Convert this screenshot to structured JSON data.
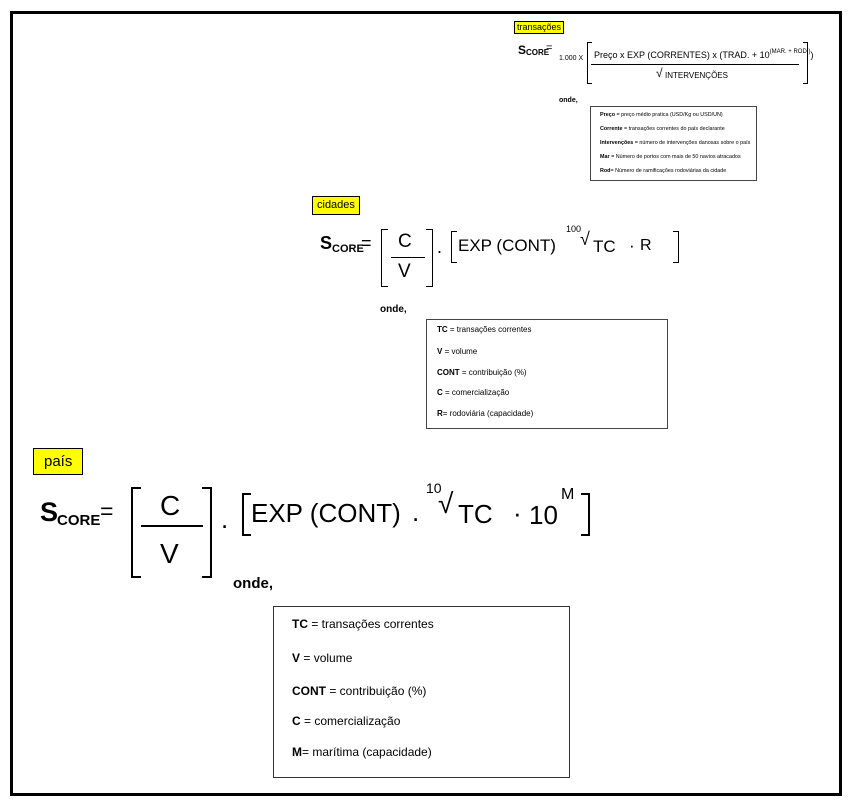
{
  "transacoes": {
    "tag": "transações",
    "s": "S",
    "sub": "CORE",
    "eq": "=",
    "factor": "1.000 X",
    "numerator": "Preço x EXP (CORRENTES) x (TRAD. + 10",
    "exp": "(MAR. + ROD.)",
    "numerator_close": ")",
    "root_sign": "√",
    "denominator": "INTERVENÇÕES",
    "onde": "onde,",
    "legend": [
      {
        "key": "Preço",
        "text": " = preço médio pratica (USD/Kg ou USD/UN)"
      },
      {
        "key": "Corrente",
        "text": " = transações correntes do país declarante"
      },
      {
        "key": "Intervenções",
        "text": " = número de intervenções danosas sobre o país"
      },
      {
        "key": "Mar",
        "text": " = Número de portos com mais de 50 navios atracados"
      },
      {
        "key": "Rod",
        "text": "= Número de ramificações rodoviárias da cidade"
      }
    ]
  },
  "cidades": {
    "tag": "cidades",
    "s": "S",
    "sub": "CORE",
    "eq": "=",
    "c": "C",
    "v": "V",
    "dot": ".",
    "exp": "EXP (CONT)",
    "dot2": ".",
    "root_index": "100",
    "root_sign": "√",
    "tc": "TC",
    "dot3": "·",
    "r": "R",
    "onde": "onde,",
    "legend": [
      {
        "key": "TC",
        "text": " = transações correntes"
      },
      {
        "key": "V",
        "text": " = volume"
      },
      {
        "key": "CONT",
        "text": " = contribuição (%)"
      },
      {
        "key": "C",
        "text": " = comercialização"
      },
      {
        "key": "R",
        "text": "= rodoviária (capacidade)"
      }
    ]
  },
  "pais": {
    "tag": "país",
    "s": "S",
    "sub": "CORE",
    "eq": "=",
    "c": "C",
    "v": "V",
    "dot": ".",
    "exp": "EXP (CONT)",
    "dot2": ".",
    "root_index": "10",
    "root_sign": "√",
    "tc": "TC",
    "dot3": "·",
    "ten": "10",
    "m": "M",
    "onde": "onde,",
    "legend": [
      {
        "key": "TC",
        "text": " = transações correntes"
      },
      {
        "key": "V",
        "text": " = volume"
      },
      {
        "key": "CONT",
        "text": " = contribuição (%)"
      },
      {
        "key": "C",
        "text": " = comercialização"
      },
      {
        "key": "M",
        "text": "= marítima (capacidade)"
      }
    ]
  }
}
